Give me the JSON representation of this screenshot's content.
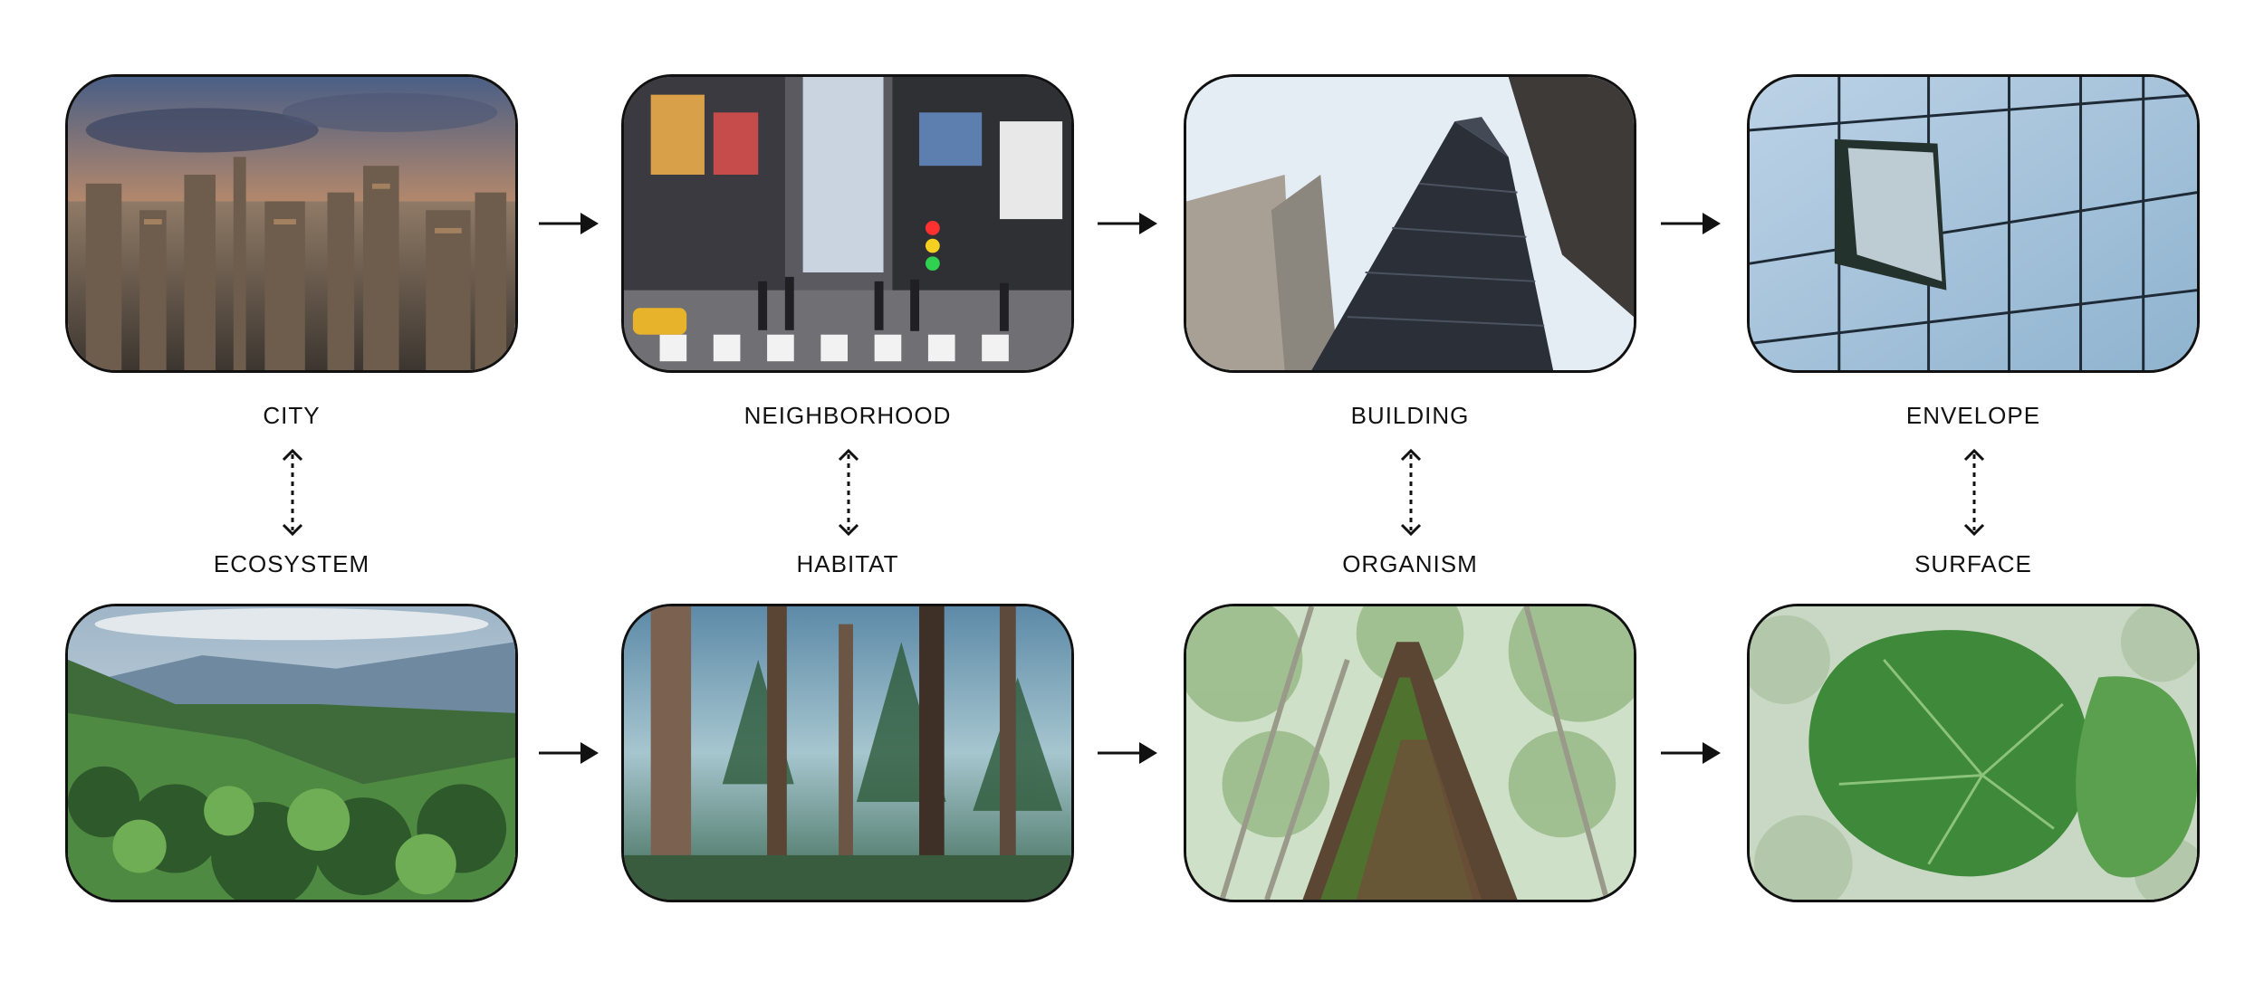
{
  "urban": [
    {
      "label": "CITY",
      "image": "city-skyline-sunset"
    },
    {
      "label": "NEIGHBORHOOD",
      "image": "times-square-street"
    },
    {
      "label": "BUILDING",
      "image": "skyscraper-looking-up"
    },
    {
      "label": "ENVELOPE",
      "image": "glass-facade-window"
    }
  ],
  "natural": [
    {
      "label": "ECOSYSTEM",
      "image": "rainforest-mountains"
    },
    {
      "label": "HABITAT",
      "image": "redwood-forest"
    },
    {
      "label": "ORGANISM",
      "image": "mossy-tree-trunk"
    },
    {
      "label": "SURFACE",
      "image": "green-leaf"
    }
  ]
}
